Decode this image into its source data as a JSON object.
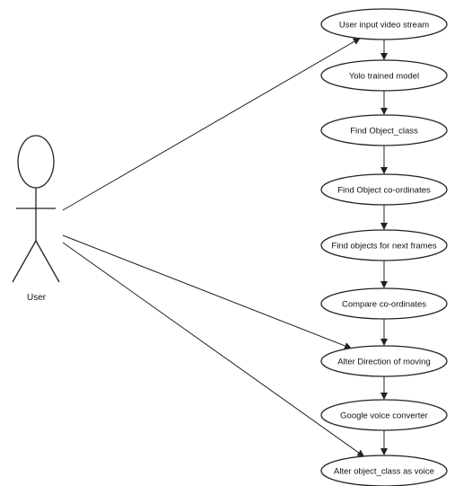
{
  "actor": {
    "label": "User"
  },
  "use_cases": [
    {
      "id": "uc1",
      "label": "User input video stream"
    },
    {
      "id": "uc2",
      "label": "Yolo trained model"
    },
    {
      "id": "uc3",
      "label": "Find Object_class"
    },
    {
      "id": "uc4",
      "label": "Find Object co-ordinates"
    },
    {
      "id": "uc5",
      "label": "Find objects for next frames"
    },
    {
      "id": "uc6",
      "label": "Compare co-ordinates"
    },
    {
      "id": "uc7",
      "label": "Alter Direction of moving"
    },
    {
      "id": "uc8",
      "label": "Google voice converter"
    },
    {
      "id": "uc9",
      "label": "Alter object_class as voice"
    }
  ],
  "flow": [
    [
      "uc1",
      "uc2"
    ],
    [
      "uc2",
      "uc3"
    ],
    [
      "uc3",
      "uc4"
    ],
    [
      "uc4",
      "uc5"
    ],
    [
      "uc5",
      "uc6"
    ],
    [
      "uc6",
      "uc7"
    ],
    [
      "uc7",
      "uc8"
    ],
    [
      "uc8",
      "uc9"
    ]
  ],
  "associations": [
    "uc1",
    "uc7",
    "uc9"
  ],
  "colors": {
    "stroke": "#222222",
    "background": "#ffffff"
  }
}
